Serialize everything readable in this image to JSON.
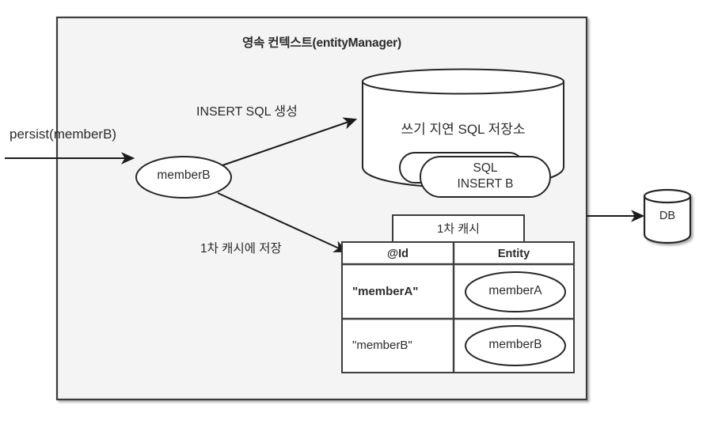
{
  "diagram": {
    "type": "jpa-persistence-context-diagram",
    "context_panel": {
      "title": "영속 컨텍스트(entityManager)",
      "background": "#f4f4f4",
      "border_color": "#3d3d3d"
    },
    "incoming_call": {
      "label": "persist(memberB)",
      "arrow": "right-arrow-into-context"
    },
    "entity_node": {
      "label": "memberB",
      "shape": "ellipse"
    },
    "edges": [
      {
        "id": "edge-insert-sql",
        "label": "INSERT SQL 생성",
        "from": "memberB",
        "to": "write-behind-sql-store"
      },
      {
        "id": "edge-first-cache",
        "label": "1차 캐시에 저장",
        "from": "memberB",
        "to": "first-level-cache-table"
      }
    ],
    "sql_store": {
      "title": "쓰기 지연 SQL 저장소",
      "shape": "cylinder",
      "queued_statements": [
        {
          "id": "sql-back",
          "lines": []
        },
        {
          "id": "sql-front",
          "lines": [
            "SQL",
            "INSERT B"
          ]
        }
      ]
    },
    "first_level_cache": {
      "caption": "1차 캐시",
      "columns": [
        "@Id",
        "Entity"
      ],
      "rows": [
        {
          "id": "\"memberA\"",
          "entity": "memberA",
          "bold_id": true
        },
        {
          "id": "\"memberB\"",
          "entity": "memberB",
          "bold_id": false
        }
      ]
    },
    "database": {
      "label": "DB",
      "shape": "cylinder",
      "arrow": "right-arrow-into-db"
    },
    "colors": {
      "stroke": "#262626",
      "panel_fill": "#f4f4f4",
      "shape_fill": "#ffffff",
      "text": "#2b2b2b"
    }
  }
}
